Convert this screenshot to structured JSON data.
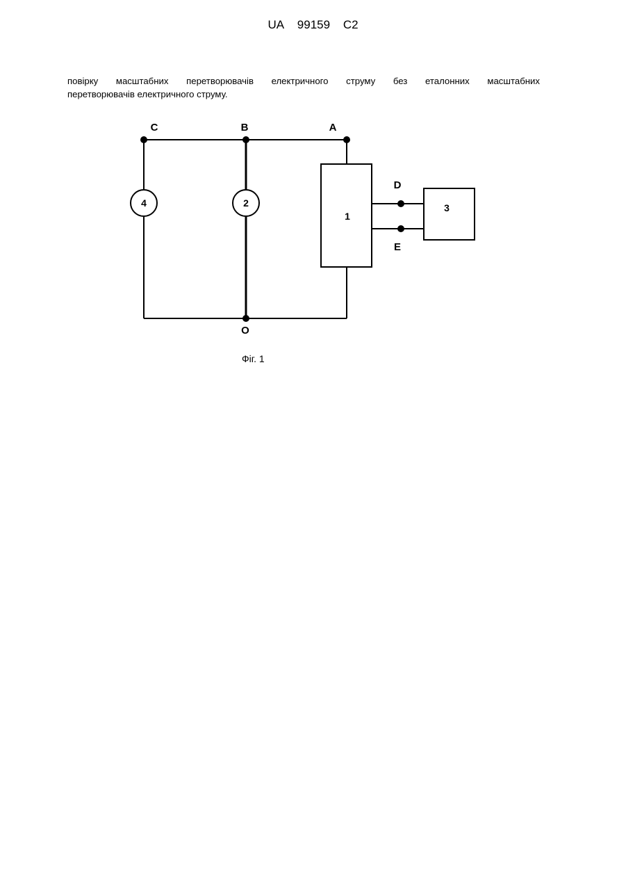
{
  "header": {
    "country": "UA",
    "number": "99159",
    "kind": "C2"
  },
  "text": {
    "line1": "повірку масштабних перетворювачів електричного струму без еталонних масштабних",
    "line2": "перетворювачів електричного струму."
  },
  "figure": {
    "nodes": {
      "C": "C",
      "B": "B",
      "A": "A",
      "D": "D",
      "E": "E",
      "O": "O"
    },
    "elements": {
      "e1": "1",
      "e2": "2",
      "e3": "3",
      "e4": "4"
    },
    "caption": "Фіг. 1"
  }
}
